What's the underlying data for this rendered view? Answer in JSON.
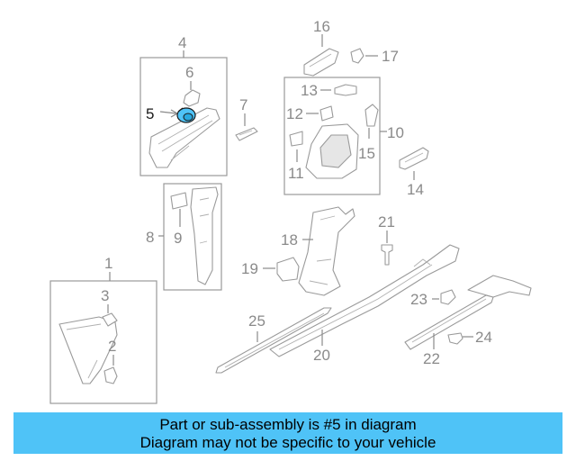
{
  "diagram": {
    "highlighted_part": "5",
    "callouts": [
      "1",
      "2",
      "3",
      "4",
      "5",
      "6",
      "7",
      "8",
      "9",
      "10",
      "11",
      "12",
      "13",
      "14",
      "15",
      "16",
      "17",
      "18",
      "19",
      "20",
      "21",
      "22",
      "23",
      "24",
      "25"
    ]
  },
  "banner": {
    "line1": "Part or sub-assembly is #5 in diagram",
    "line2": "Diagram may not be specific to your vehicle"
  },
  "colors": {
    "highlight": "#4fc3f7",
    "banner": "#4fc3f7",
    "line_art": "#9a9a9a"
  }
}
